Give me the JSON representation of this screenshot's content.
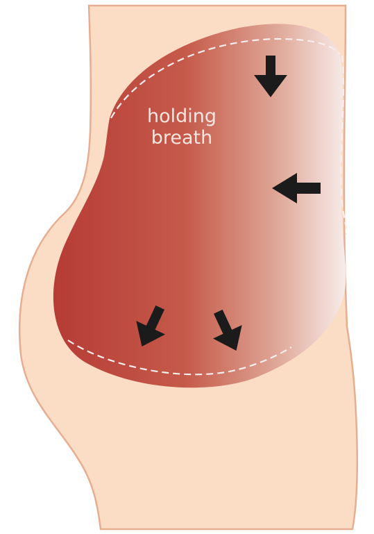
{
  "caption": {
    "line1": "holding",
    "line2": "breath"
  },
  "colors": {
    "skin_fill": "#fbdcc4",
    "skin_outline": "#e3a98c",
    "organ_dark": "#b8403a",
    "organ_mid": "#c75e4e",
    "organ_light": "#f6e6e2",
    "dashed_line": "#f8eeee",
    "arrow": "#1b1b1b"
  },
  "arrows": [
    {
      "name": "arrow-down-top",
      "direction": "down"
    },
    {
      "name": "arrow-left-side",
      "direction": "left"
    },
    {
      "name": "arrow-down-left-bottom",
      "direction": "down-left"
    },
    {
      "name": "arrow-down-right-bottom",
      "direction": "down-right"
    }
  ]
}
